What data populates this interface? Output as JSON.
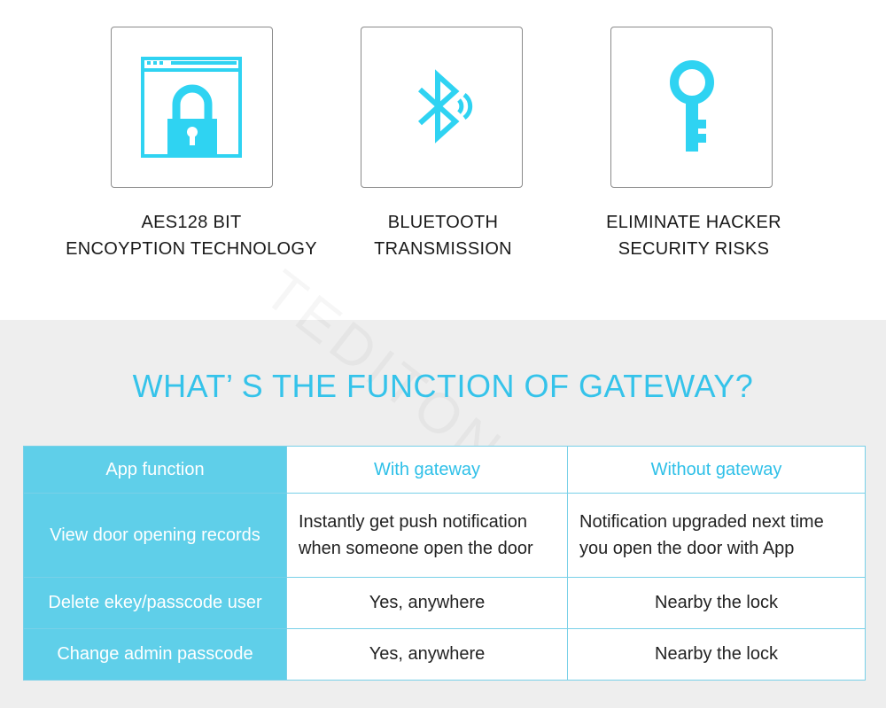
{
  "features": [
    {
      "icon": "lock-window-icon",
      "line1": "AES128 BIT",
      "line2": "ENCOYPTION TECHNOLOGY"
    },
    {
      "icon": "bluetooth-icon",
      "line1": "BLUETOOTH",
      "line2": "TRANSMISSION"
    },
    {
      "icon": "key-icon",
      "line1": "ELIMINATE HACKER",
      "line2": "SECURITY RISKS"
    }
  ],
  "watermark": "TEDITON",
  "headline": "WHAT’ S THE FUNCTION OF GATEWAY?",
  "table": {
    "headers": [
      "App function",
      "With gateway",
      "Without gateway"
    ],
    "rows": [
      {
        "label": "View door opening records",
        "with_line1": "Instantly get push notification",
        "with_line2": "when someone open the door",
        "without_line1": "Notification upgraded next time",
        "without_line2": "you open the door with App"
      },
      {
        "label": "Delete ekey/passcode user",
        "with": "Yes, anywhere",
        "without": "Nearby the lock"
      },
      {
        "label": "Change admin passcode",
        "with": "Yes, anywhere",
        "without": "Nearby the lock"
      }
    ]
  },
  "colors": {
    "accent": "#35c3ea",
    "label_bg": "#5fcfe9",
    "icon": "#2fd3f2",
    "section_bg": "#eeeeee"
  }
}
